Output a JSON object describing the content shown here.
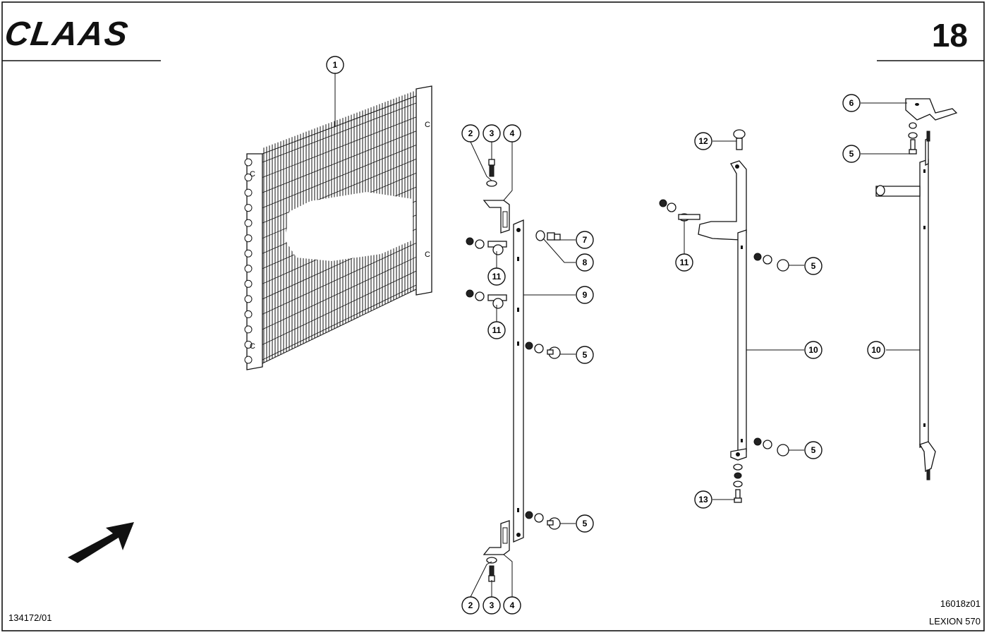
{
  "header": {
    "brand": "CLAAS",
    "page_number": "18"
  },
  "footer": {
    "left_code": "134172/01",
    "right_code": "16018z01",
    "model": "LEXION 570"
  },
  "callouts": [
    {
      "id": "c-1",
      "label": "1"
    },
    {
      "id": "c-2a",
      "label": "2"
    },
    {
      "id": "c-3a",
      "label": "3"
    },
    {
      "id": "c-4a",
      "label": "4"
    },
    {
      "id": "c-7",
      "label": "7"
    },
    {
      "id": "c-8",
      "label": "8"
    },
    {
      "id": "c-11a",
      "label": "11"
    },
    {
      "id": "c-9",
      "label": "9"
    },
    {
      "id": "c-11b",
      "label": "11"
    },
    {
      "id": "c-5a",
      "label": "5"
    },
    {
      "id": "c-5b",
      "label": "5"
    },
    {
      "id": "c-2b",
      "label": "2"
    },
    {
      "id": "c-3b",
      "label": "3"
    },
    {
      "id": "c-4b",
      "label": "4"
    },
    {
      "id": "c-12",
      "label": "12"
    },
    {
      "id": "c-11c",
      "label": "11"
    },
    {
      "id": "c-5c",
      "label": "5"
    },
    {
      "id": "c-10a",
      "label": "10"
    },
    {
      "id": "c-5d",
      "label": "5"
    },
    {
      "id": "c-13",
      "label": "13"
    },
    {
      "id": "c-6",
      "label": "6"
    },
    {
      "id": "c-5e",
      "label": "5"
    },
    {
      "id": "c-10b",
      "label": "10"
    }
  ]
}
